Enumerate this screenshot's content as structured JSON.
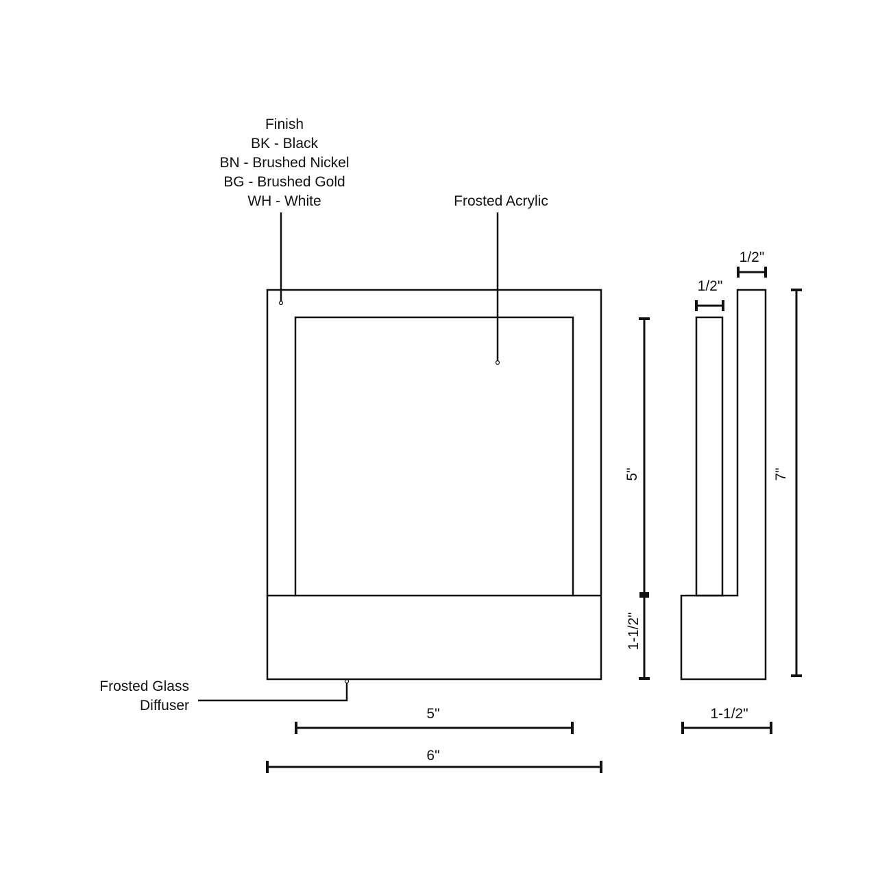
{
  "colors": {
    "background": "#ffffff",
    "line": "#111111",
    "text": "#111111"
  },
  "callouts": {
    "finish": {
      "title": "Finish",
      "options": [
        "BK - Black",
        "BN - Brushed Nickel",
        "BG - Brushed Gold",
        "WH - White"
      ]
    },
    "frosted_acrylic": "Frosted Acrylic",
    "diffuser": {
      "line1": "Frosted Glass",
      "line2": "Diffuser"
    }
  },
  "dimensions": {
    "front_inner_width": "5\"",
    "front_overall_width": "6\"",
    "front_acrylic_height": "5\"",
    "front_base_height": "1-1/2\"",
    "side_acrylic_thickness": "1/2\"",
    "side_frame_thickness": "1/2\"",
    "side_overall_height": "7\"",
    "side_base_depth": "1-1/2\""
  }
}
